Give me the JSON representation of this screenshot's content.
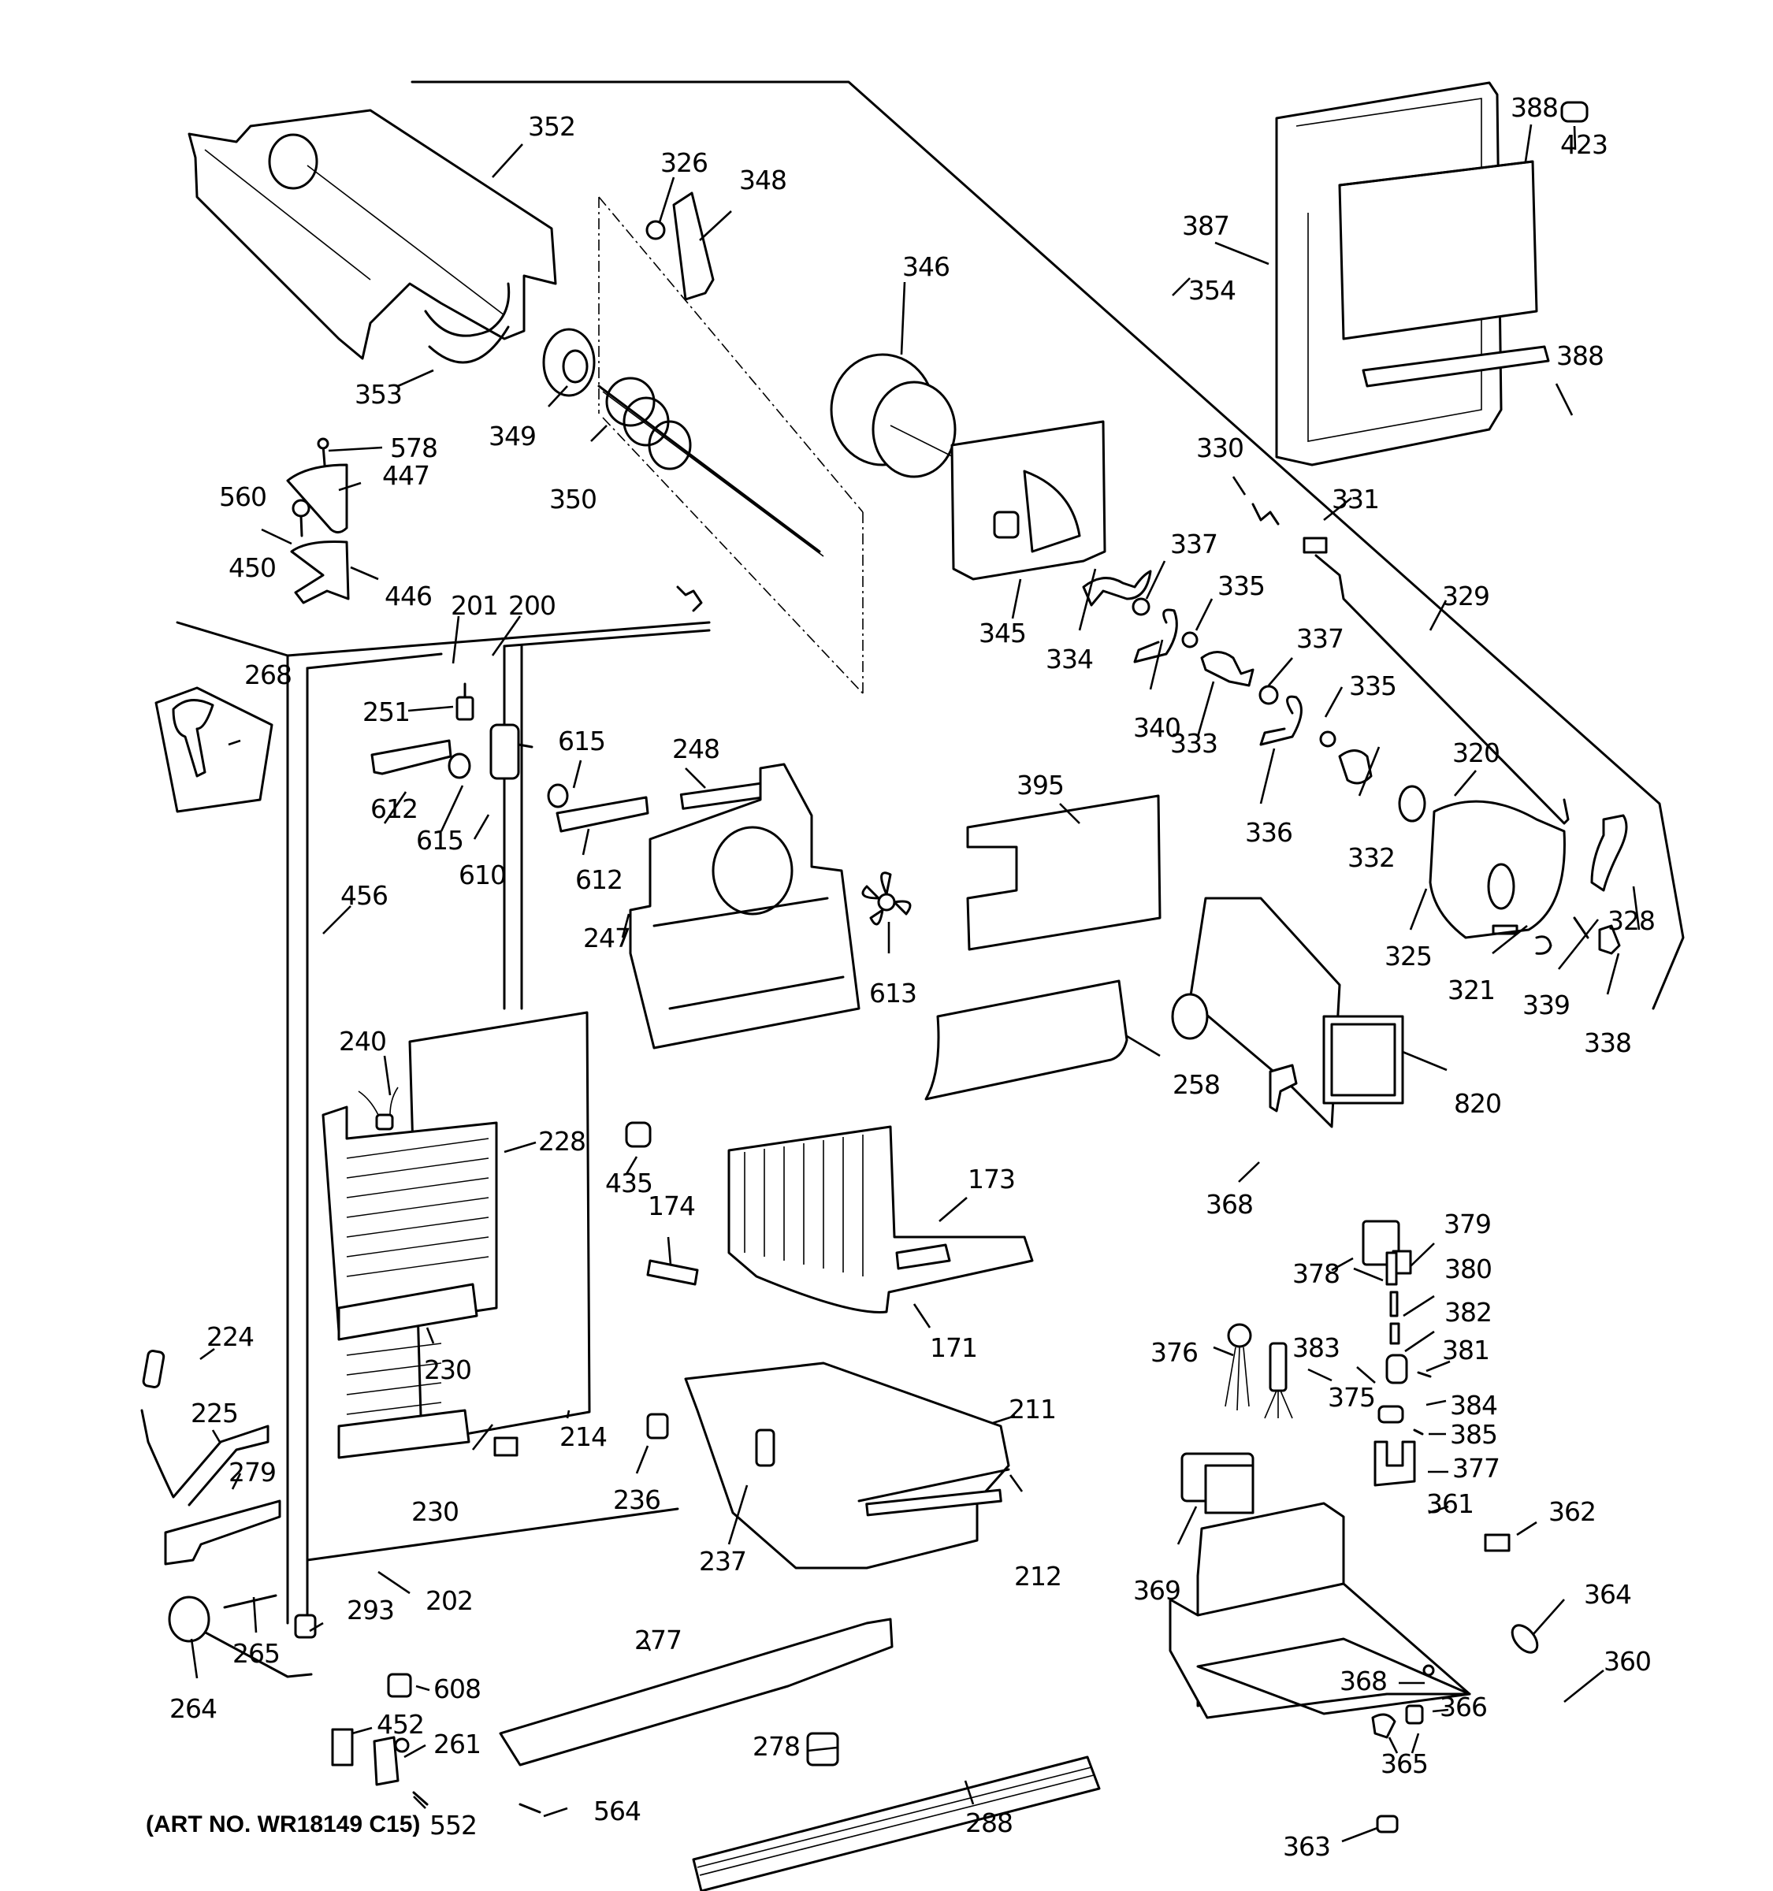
{
  "diagram": {
    "title": "Refrigerator freezer section exploded parts diagram",
    "art_number_label": "(ART NO. WR18149 C15)",
    "callouts": [
      {
        "id": "352",
        "label": "352"
      },
      {
        "id": "326",
        "label": "326"
      },
      {
        "id": "348",
        "label": "348"
      },
      {
        "id": "346",
        "label": "346"
      },
      {
        "id": "388a",
        "label": "388"
      },
      {
        "id": "423",
        "label": "423"
      },
      {
        "id": "387",
        "label": "387"
      },
      {
        "id": "354",
        "label": "354"
      },
      {
        "id": "388b",
        "label": "388"
      },
      {
        "id": "353",
        "label": "353"
      },
      {
        "id": "349",
        "label": "349"
      },
      {
        "id": "578",
        "label": "578"
      },
      {
        "id": "447",
        "label": "447"
      },
      {
        "id": "560",
        "label": "560"
      },
      {
        "id": "350",
        "label": "350"
      },
      {
        "id": "330",
        "label": "330"
      },
      {
        "id": "331",
        "label": "331"
      },
      {
        "id": "450",
        "label": "450"
      },
      {
        "id": "446",
        "label": "446"
      },
      {
        "id": "337a",
        "label": "337"
      },
      {
        "id": "345",
        "label": "345"
      },
      {
        "id": "334",
        "label": "334"
      },
      {
        "id": "335a",
        "label": "335"
      },
      {
        "id": "329",
        "label": "329"
      },
      {
        "id": "201",
        "label": "201"
      },
      {
        "id": "200",
        "label": "200"
      },
      {
        "id": "337b",
        "label": "337"
      },
      {
        "id": "268",
        "label": "268"
      },
      {
        "id": "251",
        "label": "251"
      },
      {
        "id": "340",
        "label": "340"
      },
      {
        "id": "333",
        "label": "333"
      },
      {
        "id": "335b",
        "label": "335"
      },
      {
        "id": "615a",
        "label": "615"
      },
      {
        "id": "248",
        "label": "248"
      },
      {
        "id": "320",
        "label": "320"
      },
      {
        "id": "612a",
        "label": "612"
      },
      {
        "id": "395",
        "label": "395"
      },
      {
        "id": "615b",
        "label": "615"
      },
      {
        "id": "336",
        "label": "336"
      },
      {
        "id": "332",
        "label": "332"
      },
      {
        "id": "610",
        "label": "610"
      },
      {
        "id": "612b",
        "label": "612"
      },
      {
        "id": "456",
        "label": "456"
      },
      {
        "id": "328",
        "label": "328"
      },
      {
        "id": "247",
        "label": "247"
      },
      {
        "id": "325",
        "label": "325"
      },
      {
        "id": "321",
        "label": "321"
      },
      {
        "id": "339",
        "label": "339"
      },
      {
        "id": "613",
        "label": "613"
      },
      {
        "id": "338",
        "label": "338"
      },
      {
        "id": "240",
        "label": "240"
      },
      {
        "id": "258",
        "label": "258"
      },
      {
        "id": "820",
        "label": "820"
      },
      {
        "id": "228",
        "label": "228"
      },
      {
        "id": "435",
        "label": "435"
      },
      {
        "id": "173",
        "label": "173"
      },
      {
        "id": "174",
        "label": "174"
      },
      {
        "id": "368a",
        "label": "368"
      },
      {
        "id": "378",
        "label": "378"
      },
      {
        "id": "379",
        "label": "379"
      },
      {
        "id": "380",
        "label": "380"
      },
      {
        "id": "382",
        "label": "382"
      },
      {
        "id": "224",
        "label": "224"
      },
      {
        "id": "171",
        "label": "171"
      },
      {
        "id": "376",
        "label": "376"
      },
      {
        "id": "383",
        "label": "383"
      },
      {
        "id": "381",
        "label": "381"
      },
      {
        "id": "230a",
        "label": "230"
      },
      {
        "id": "375",
        "label": "375"
      },
      {
        "id": "225",
        "label": "225"
      },
      {
        "id": "211",
        "label": "211"
      },
      {
        "id": "384",
        "label": "384"
      },
      {
        "id": "385",
        "label": "385"
      },
      {
        "id": "214",
        "label": "214"
      },
      {
        "id": "279",
        "label": "279"
      },
      {
        "id": "236",
        "label": "236"
      },
      {
        "id": "377",
        "label": "377"
      },
      {
        "id": "230b",
        "label": "230"
      },
      {
        "id": "361",
        "label": "361"
      },
      {
        "id": "362",
        "label": "362"
      },
      {
        "id": "237",
        "label": "237"
      },
      {
        "id": "212",
        "label": "212"
      },
      {
        "id": "369",
        "label": "369"
      },
      {
        "id": "293",
        "label": "293"
      },
      {
        "id": "202",
        "label": "202"
      },
      {
        "id": "364",
        "label": "364"
      },
      {
        "id": "277",
        "label": "277"
      },
      {
        "id": "265",
        "label": "265"
      },
      {
        "id": "360",
        "label": "360"
      },
      {
        "id": "608",
        "label": "608"
      },
      {
        "id": "368b",
        "label": "368"
      },
      {
        "id": "264",
        "label": "264"
      },
      {
        "id": "452",
        "label": "452"
      },
      {
        "id": "366",
        "label": "366"
      },
      {
        "id": "278",
        "label": "278"
      },
      {
        "id": "261",
        "label": "261"
      },
      {
        "id": "365",
        "label": "365"
      },
      {
        "id": "564",
        "label": "564"
      },
      {
        "id": "288",
        "label": "288"
      },
      {
        "id": "552",
        "label": "552"
      },
      {
        "id": "363",
        "label": "363"
      }
    ]
  }
}
